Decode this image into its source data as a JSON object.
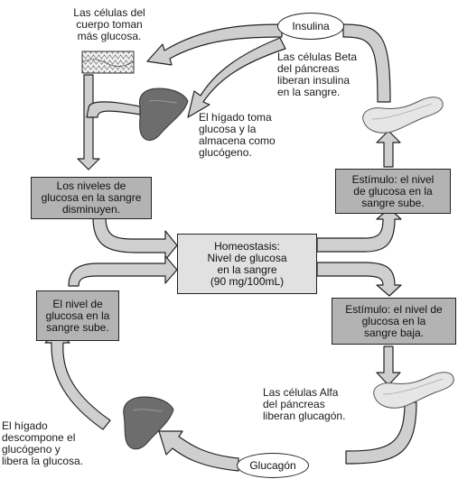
{
  "diagram": {
    "insulin_label": "Insulina",
    "glucagon_label": "Glucagón",
    "center_box": "Homeostasis:\nNivel de glucosa\nen la sangre\n(90 mg/100mL)",
    "box_levels_decrease": "Los niveles de\nglucosa en la sangre\ndisminuyen.",
    "box_stimulus_rise": "Estímulo: el nivel\nde glucosa en la\nsangre sube.",
    "box_level_rises": "El nivel de\nglucosa en la\nsangre sube.",
    "box_stimulus_drop": "Estímulo: el nivel de\nglucosa en la\nsangre baja.",
    "text_body_cells": "Las células del\ncuerpo toman\nmás glucosa.",
    "text_beta_cells": "Las células Beta\ndel páncreas\nliberan insulina\nen la sangre.",
    "text_liver_stores": "El hígado toma\nglucosa y la\nalmacena como\nglucógeno.",
    "text_alpha_cells": "Las células Alfa\ndel páncreas\nliberan glucagón.",
    "text_liver_releases": "El hígado\ndescompone el\nglucógeno y\nlibera la glucosa."
  },
  "colors": {
    "dark_box": "#b3b3b3",
    "light_box": "#e1e1e1",
    "arrow_fill": "#cfcfcf",
    "outline": "#222222"
  },
  "icons": [
    "cells-icon",
    "liver-icon",
    "pancreas-icon"
  ]
}
